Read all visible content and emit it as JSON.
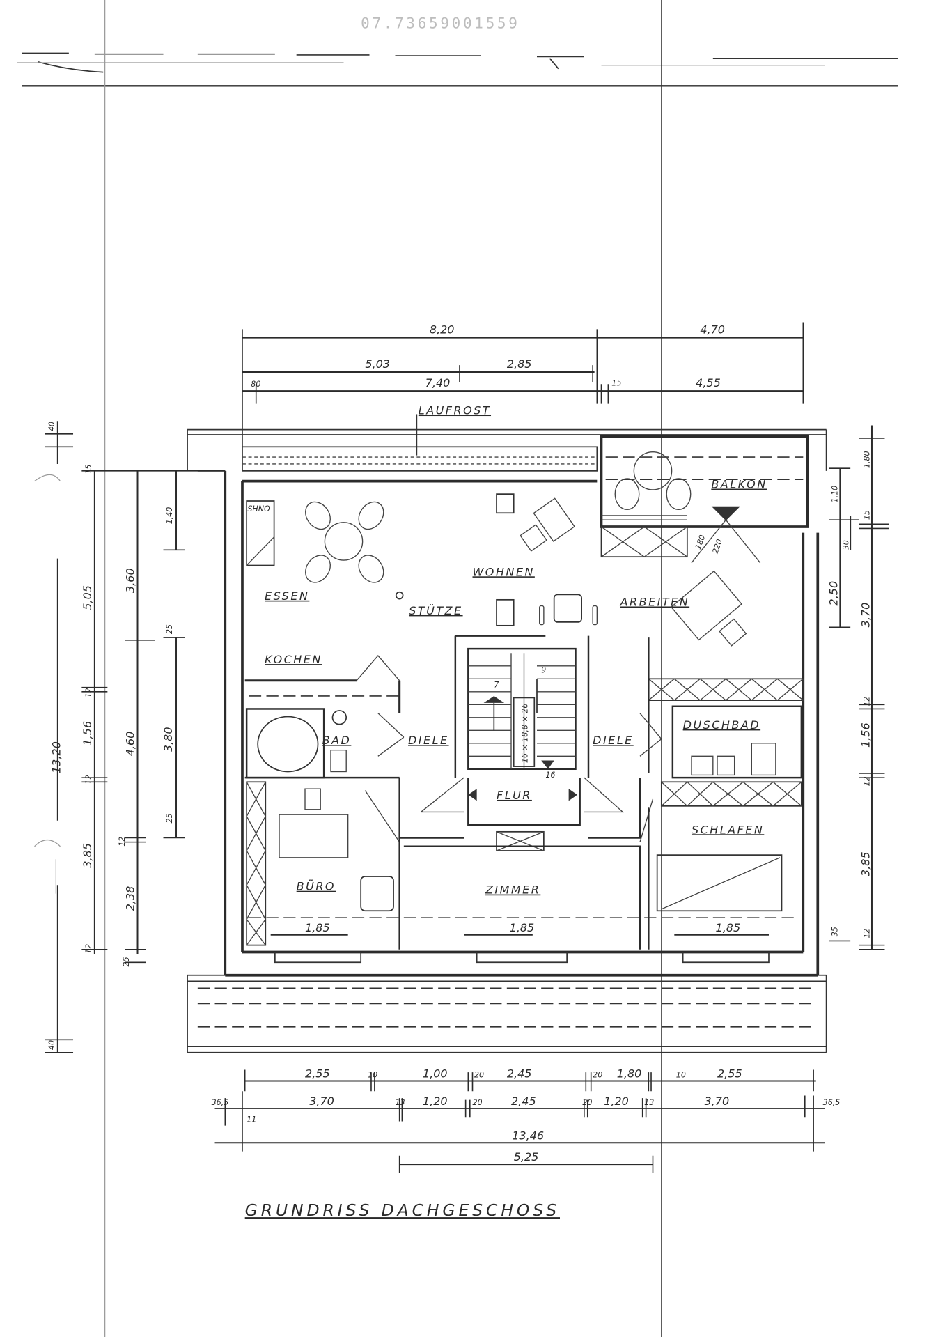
{
  "document": {
    "stamp_number": "07.73659001559",
    "title": "GRUNDRISS DACHGESCHOSS"
  },
  "rooms": {
    "laufrost": "LAUFROST",
    "balkon": "BALKON",
    "schrank": "SHNO",
    "wohnen": "WOHNEN",
    "essen": "ESSEN",
    "stuetze": "STÜTZE",
    "arbeiten": "ARBEITEN",
    "kochen": "KOCHEN",
    "bad": "BAD",
    "diele_left": "DIELE",
    "diele_right": "DIELE",
    "duschbad": "DUSCHBAD",
    "flur": "FLUR",
    "schlafen": "SCHLAFEN",
    "buero": "BÜRO",
    "zimmer": "ZIMMER"
  },
  "stair": {
    "formula": "16 × 18,8 × 26",
    "step_top": "7",
    "step_top2": "9",
    "step_bottom": "16",
    "window_h": "180",
    "window_w": "220"
  },
  "dimensions": {
    "top_row1": [
      "8,20",
      "4,70"
    ],
    "top_row2": [
      "5,03",
      "2,85"
    ],
    "top_row3": [
      "80",
      "7,40",
      "15",
      "4,55"
    ],
    "room_widths": [
      "1,85",
      "1,85",
      "1,85"
    ],
    "bottom_row1": [
      "2,55",
      "10",
      "1,00",
      "20",
      "2,45",
      "20",
      "1,80",
      "10",
      "2,55"
    ],
    "bottom_row2": [
      "36,5",
      "3,70",
      "13",
      "1,20",
      "20",
      "2,45",
      "20",
      "1,20",
      "13",
      "3,70",
      "36,5"
    ],
    "bottom_row2_sub": "11",
    "bottom_total": "13,46",
    "bottom_center": "5,25",
    "left_total": "13,20",
    "left_overhang": [
      "40",
      "40"
    ],
    "left_col1": [
      "15",
      "5,05",
      "12",
      "1,56",
      "12",
      "3,85",
      "12"
    ],
    "left_col2": [
      "3,60",
      "4,60",
      "12",
      "2,38",
      "25"
    ],
    "left_col3": [
      "1,40",
      "25",
      "3,80",
      "25"
    ],
    "right_col1": [
      "1,80",
      "15",
      "3,70",
      "12",
      "1,56",
      "12",
      "3,85",
      "12"
    ],
    "right_col2": [
      "1,10",
      "30",
      "2,50",
      "35"
    ]
  }
}
